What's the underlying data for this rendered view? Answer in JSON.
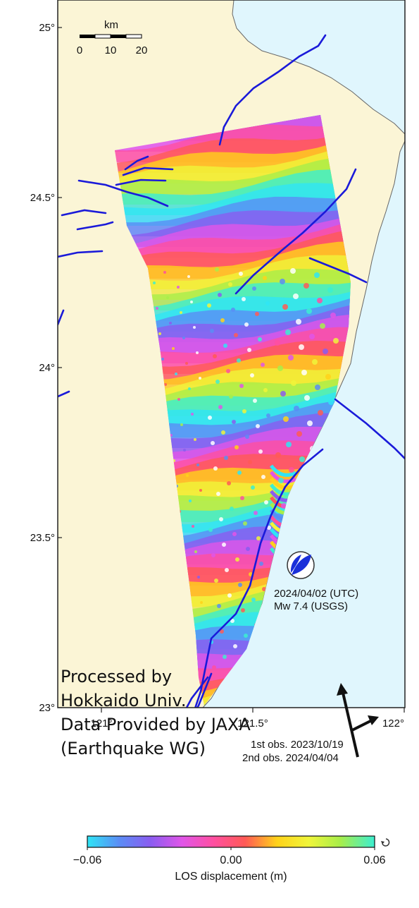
{
  "map": {
    "latitude_labels": [
      {
        "value": 25.0,
        "text": "25°"
      },
      {
        "value": 24.5,
        "text": "24.5°"
      },
      {
        "value": 24.0,
        "text": "24°"
      },
      {
        "value": 23.5,
        "text": "23.5°"
      },
      {
        "value": 23.0,
        "text": "23°"
      }
    ],
    "longitude_labels": [
      {
        "value": 121.0,
        "text": "121°"
      },
      {
        "value": 121.5,
        "text": "121.5°"
      },
      {
        "value": 122.0,
        "text": "122°"
      }
    ],
    "colors": {
      "land": "#fbf5d6",
      "sea": "#e0f6fd",
      "fault": "#1a1ad9",
      "coastline": "#555555"
    }
  },
  "scale_bar": {
    "unit": "km",
    "ticks": [
      "0",
      "10",
      "20"
    ]
  },
  "event": {
    "date": "2024/04/02 (UTC)",
    "magnitude": "Mw 7.4 (USGS)",
    "beachball_icon": "focal-mechanism-icon"
  },
  "credits": {
    "line1": "Processed by",
    "line2": "Hokkaido Univ.",
    "line3": "Data Provided by JAXA",
    "line4": "(Earthquake WG)"
  },
  "observations": {
    "first": "1st obs. 2023/10/19",
    "second": "2nd obs. 2024/04/04"
  },
  "legend": {
    "title": "LOS displacement (m)",
    "ticks": [
      "−0.06",
      "0.00",
      "0.06"
    ],
    "cycle_icon": "cycle-icon",
    "colors": [
      "#2fe5f5",
      "#5a8df5",
      "#8a5cf0",
      "#e055e8",
      "#ff4fa0",
      "#ff5a55",
      "#ffd21a",
      "#f0f53a",
      "#a8ee4a",
      "#3ceed0"
    ]
  },
  "direction_icon": "flight-look-direction-icon"
}
